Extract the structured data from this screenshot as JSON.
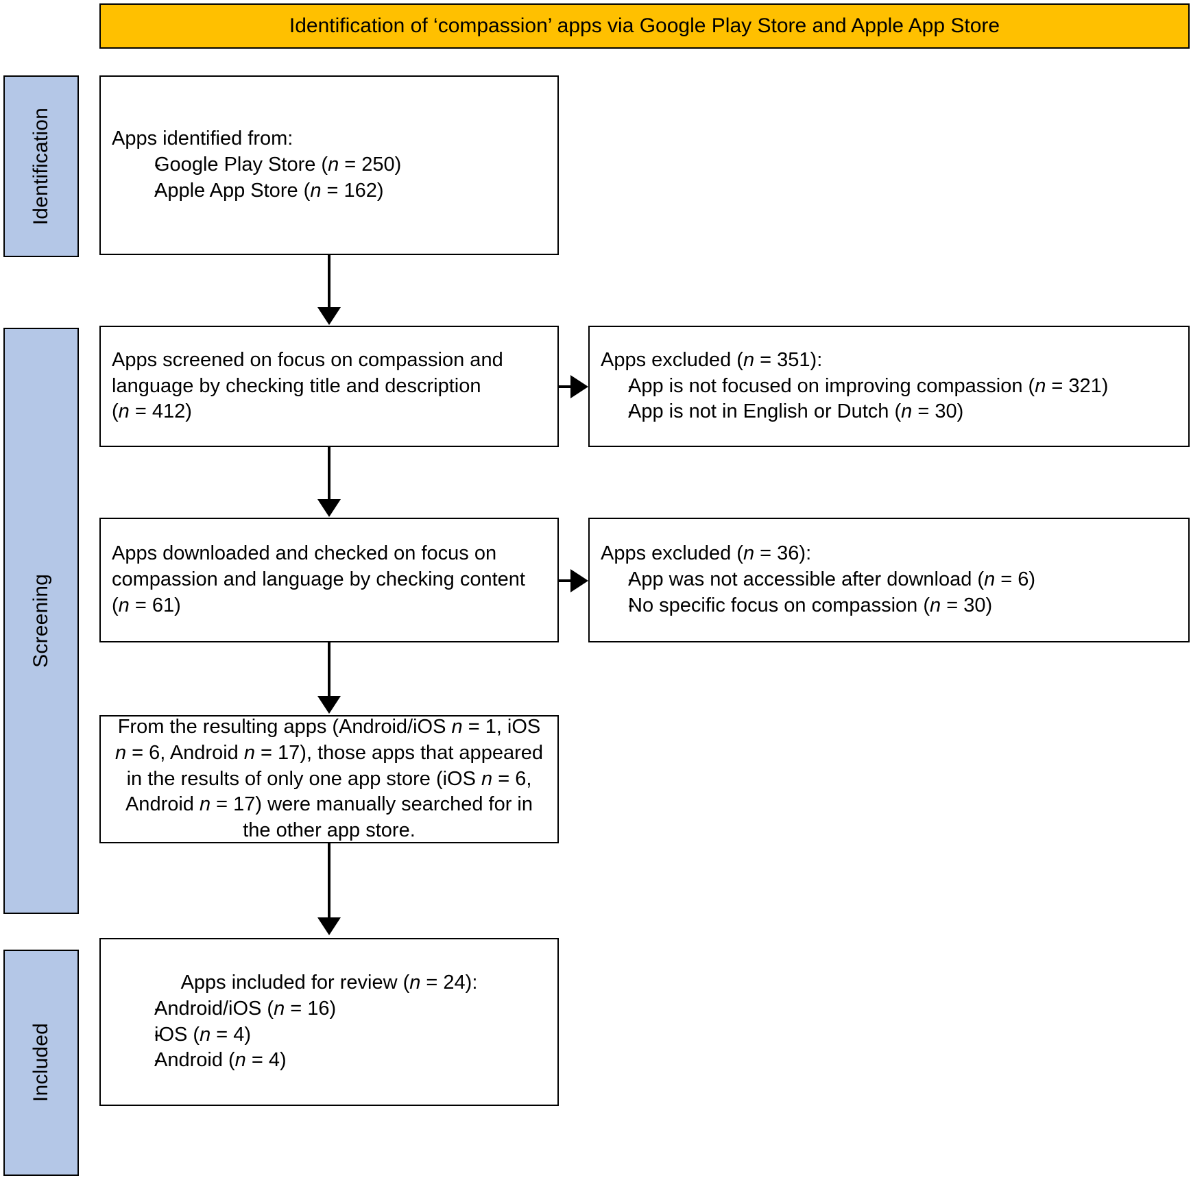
{
  "banner": {
    "title": "Identification of ‘compassion’ apps via Google Play Store and Apple App Store",
    "color": "#FFC000"
  },
  "stages": [
    {
      "label": "Identification"
    },
    {
      "label": "Screening"
    },
    {
      "label": "Included"
    }
  ],
  "stage_color": "#B4C7E7",
  "boxes": {
    "identification": {
      "lead": "Apps identified from:",
      "bullets": [
        {
          "dash": "-",
          "text_pre": "Google Play Store (",
          "var": "n",
          "text_post": " = 250)"
        },
        {
          "dash": "-",
          "text_pre": "Apple App Store (",
          "var": "n",
          "text_post": " = 162)"
        }
      ]
    },
    "screened": {
      "line1": "Apps screened on focus on compassion and",
      "line2": "language by checking title and description",
      "line3_pre": "(",
      "line3_var": "n",
      "line3_post": " = 412)"
    },
    "excluded_1": {
      "lead_pre": "Apps excluded (",
      "lead_var": "n",
      "lead_post": " = 351):",
      "bullets": [
        {
          "dash": "-",
          "text_pre": "App is not focused on improving compassion (",
          "var": "n",
          "text_post": " = 321)"
        },
        {
          "dash": "-",
          "text_pre": "App is not in English or Dutch (",
          "var": "n",
          "text_post": " = 30)"
        }
      ]
    },
    "downloaded": {
      "line1": "Apps downloaded and checked on focus on",
      "line2": "compassion and language by checking content",
      "line3_pre": "(",
      "line3_var": "n",
      "line3_post": " = 61)"
    },
    "excluded_2": {
      "lead_pre": "Apps excluded (",
      "lead_var": "n",
      "lead_post": " = 36):",
      "bullets": [
        {
          "dash": "-",
          "text_pre": "App was not accessible after download (",
          "var": "n",
          "text_post": " = 6)"
        },
        {
          "dash": "-",
          "text_pre": "No specific focus on compassion (",
          "var": "n",
          "text_post": " = 30)"
        }
      ]
    },
    "manual_search": {
      "paragraph": "From the resulting apps (Android/iOS n = 1, iOS n = 6, Android n = 17), those apps that appeared in the results of only one app store (iOS n = 6, Android n = 17) were manually searched for in the other app store."
    },
    "included": {
      "lead_pre": "Apps included for review (",
      "lead_var": "n",
      "lead_post": " = 24):",
      "bullets": [
        {
          "dash": "-",
          "text_pre": "Android/iOS (",
          "var": "n",
          "text_post": " = 16)"
        },
        {
          "dash": "-",
          "text_pre": "iOS (",
          "var": "n",
          "text_post": " = 4)"
        },
        {
          "dash": "-",
          "text_pre": "Android (",
          "var": "n",
          "text_post": " = 4)"
        }
      ]
    }
  }
}
